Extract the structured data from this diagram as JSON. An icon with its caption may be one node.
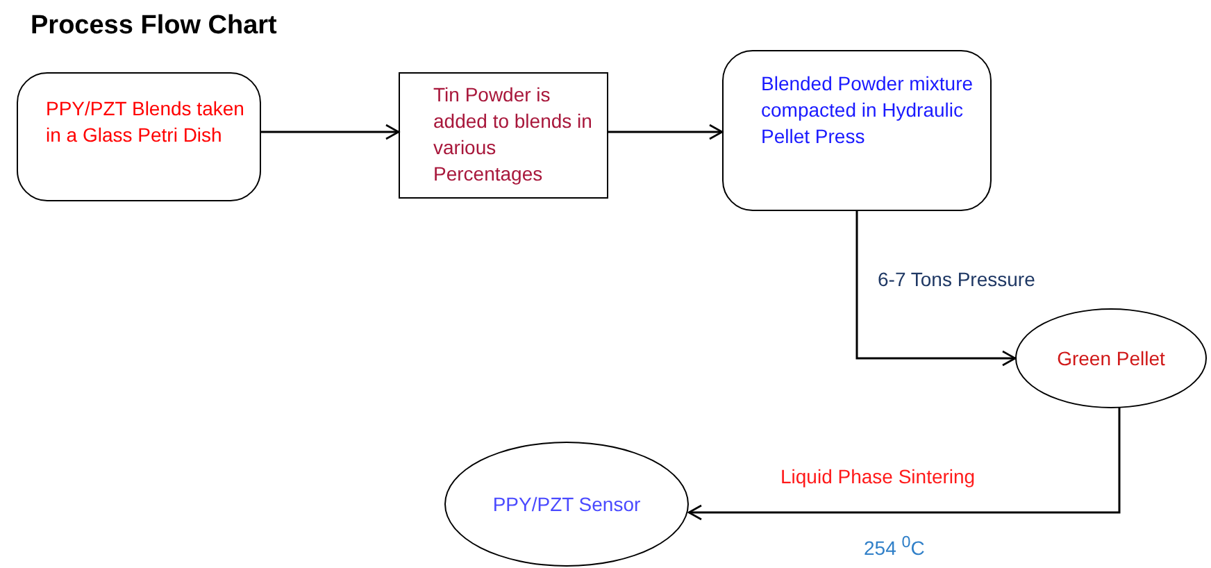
{
  "diagram": {
    "title": "Process Flow Chart",
    "nodes": [
      {
        "text": [
          "PPY/PZT Blends taken in a Glass Petri Dish"
        ]
      },
      {
        "text": [
          "Tin Powder is added to blends in various Percentages"
        ]
      },
      {
        "text": [
          "Blended Powder mixture compacted in Hydraulic Pellet Press"
        ]
      },
      {
        "text": [
          "Green Pellet"
        ]
      },
      {
        "text": [
          "PPY/PZT Sensor"
        ]
      }
    ],
    "edges": [
      {
        "from": 0,
        "to": 1,
        "arrow": "to"
      },
      {
        "from": 1,
        "to": 2,
        "arrow": "to"
      },
      {
        "from": 2,
        "to": 3,
        "arrow": "to",
        "label": "6-7 Tons Pressure"
      },
      {
        "from": 3,
        "to": 4,
        "arrow": "to",
        "label": "Liquid Phase Sintering"
      }
    ],
    "labels": [
      "254 $^{0}$C"
    ]
  }
}
